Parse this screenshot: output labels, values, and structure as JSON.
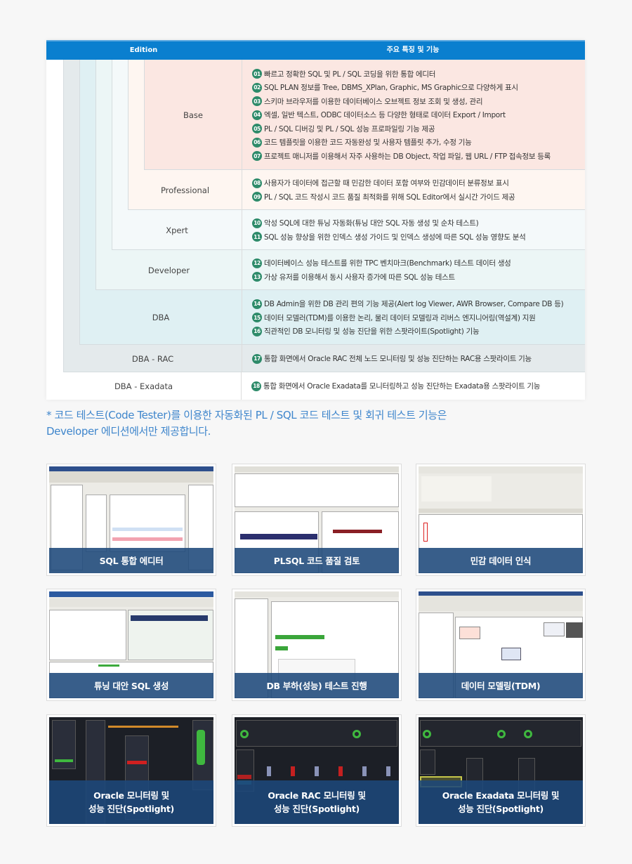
{
  "table": {
    "header": {
      "edition": "Edition",
      "features": "주요 특징 및 기능"
    },
    "colors": {
      "header_bg": "#0a7fcf",
      "badge": "#2e8b6a"
    },
    "tiers": [
      {
        "name": "Base",
        "features": [
          {
            "num": "01",
            "text": "빠르고 정확한 SQL 및 PL / SQL 코딩을 위한 통합 에디터"
          },
          {
            "num": "02",
            "text": "SQL PLAN 정보를 Tree, DBMS_XPlan, Graphic, MS Graphic으로 다양하게 표시"
          },
          {
            "num": "03",
            "text": "스키마 브라우저를 이용한 데이터베이스 오브젝트 정보 조회 및 생성, 관리"
          },
          {
            "num": "04",
            "text": "엑셀, 일반 텍스트, ODBC 데이터소스 등 다양한 형태로 데이터 Export / Import"
          },
          {
            "num": "05",
            "text": "PL / SQL 디버깅 및 PL / SQL 성능 프로파일링 기능 제공"
          },
          {
            "num": "06",
            "text": "코드 템플릿을 이용한 코드 자동완성 및 사용자 템플릿 추가, 수정 기능"
          },
          {
            "num": "07",
            "text": "프로젝트 매니저를 이용해서 자주 사용하는 DB Object, 작업 파일, 웹 URL / FTP 접속정보 등록"
          }
        ]
      },
      {
        "name": "Professional",
        "features": [
          {
            "num": "08",
            "text": "사용자가 데이터에 접근할 때 민감한 데이터 포함 여부와 민감데이터 분류정보 표시"
          },
          {
            "num": "09",
            "text": "PL / SQL 코드 작성시 코드 품질 최적화를 위해 SQL Editor에서 실시간 가이드 제공"
          }
        ]
      },
      {
        "name": "Xpert",
        "features": [
          {
            "num": "10",
            "text": "악성 SQL에 대한 튜닝 자동화(튜닝 대안 SQL 자동 생성 및 순차 테스트)"
          },
          {
            "num": "11",
            "text": "SQL 성능 향상을 위한 인덱스 생성 가이드 및 인덱스 생성에 따른 SQL 성능 영향도 분석"
          }
        ]
      },
      {
        "name": "Developer",
        "features": [
          {
            "num": "12",
            "text": "데이터베이스 성능 테스트를 위한 TPC 벤치마크(Benchmark) 테스트 데이터 생성"
          },
          {
            "num": "13",
            "text": "가상 유저를 이용해서 동시 사용자 증가에 따른 SQL 성능 테스트"
          }
        ]
      },
      {
        "name": "DBA",
        "features": [
          {
            "num": "14",
            "text": "DB Admin을 위한 DB 관리 편의 기능 제공(Alert log Viewer, AWR Browser, Compare DB 등)"
          },
          {
            "num": "15",
            "text": "데이터 모델러(TDM)를 이용한 논리, 물리 데이터 모델링과 리버스 엔지니어링(역설계) 지원"
          },
          {
            "num": "16",
            "text": "직관적인 DB 모니터링 및 성능 진단을 위한 스팟라이트(Spotlight) 기능"
          }
        ]
      },
      {
        "name": "DBA - RAC",
        "features": [
          {
            "num": "17",
            "text": "통합 화면에서 Oracle RAC 전체 노드 모니터링 및 성능 진단하는 RAC용 스팟라이트 기능"
          }
        ]
      },
      {
        "name": "DBA - Exadata",
        "features": [
          {
            "num": "18",
            "text": "통합 화면에서 Oracle Exadata를 모니터링하고 성능 진단하는 Exadata용 스팟라이트 기능"
          }
        ]
      }
    ]
  },
  "note": {
    "line1": "* 코드 테스트(Code Tester)를 이용한 자동화된 PL / SQL 코드 테스트 및 회귀 테스트 기능은",
    "line2": "Developer 에디션에서만 제공합니다.",
    "color": "#3f86cc"
  },
  "gallery": {
    "cards": [
      {
        "caption": [
          "SQL 통합 에디터"
        ],
        "theme": "light"
      },
      {
        "caption": [
          "PLSQL 코드 품질 검토"
        ],
        "theme": "light"
      },
      {
        "caption": [
          "민감 데이터 인식"
        ],
        "theme": "light"
      },
      {
        "caption": [
          "튜닝 대안 SQL 생성"
        ],
        "theme": "light"
      },
      {
        "caption": [
          "DB 부하(성능) 테스트 진행"
        ],
        "theme": "light"
      },
      {
        "caption": [
          "데이터 모델링(TDM)"
        ],
        "theme": "light"
      },
      {
        "caption": [
          "Oracle 모니터링 및",
          "성능 진단(Spotlight)"
        ],
        "theme": "dark"
      },
      {
        "caption": [
          "Oracle RAC 모니터링 및",
          "성능 진단(Spotlight)"
        ],
        "theme": "dark"
      },
      {
        "caption": [
          "Oracle Exadata 모니터링 및",
          "성능 진단(Spotlight)"
        ],
        "theme": "dark"
      }
    ],
    "caption_bg": "#1c487a"
  }
}
